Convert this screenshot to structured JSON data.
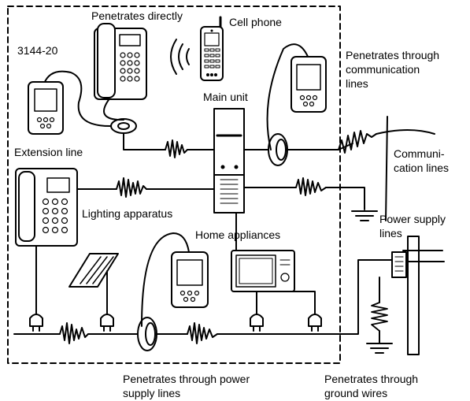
{
  "labels": {
    "penetrates_directly": "Penetrates directly",
    "cell_phone": "Cell phone",
    "model": "3144-20",
    "penetrates_comm_1": "Penetrates through",
    "penetrates_comm_2": "communication",
    "penetrates_comm_3": "lines",
    "main_unit": "Main unit",
    "extension_line": "Extension line",
    "communication_lines_1": "Communi-",
    "communication_lines_2": "cation lines",
    "lighting_apparatus": "Lighting apparatus",
    "power_supply_lines_1": "Power supply",
    "power_supply_lines_2": "lines",
    "home_appliances": "Home appliances",
    "penetrates_power_1": "Penetrates through power",
    "penetrates_power_2": "supply lines",
    "penetrates_ground_1": "Penetrates through",
    "penetrates_ground_2": "ground wires"
  },
  "icons": {
    "desk_phone": "desk-phone-icon",
    "cell_phone": "cell-phone-icon",
    "radio_waves": "radio-waves-icon",
    "tester": "handheld-tester-icon",
    "clamp": "clamp-sensor-icon",
    "main_unit": "main-unit-icon",
    "lamp": "lighting-fixture-icon",
    "microwave": "microwave-icon",
    "plug": "plug-icon",
    "utility_pole": "utility-pole-icon",
    "ground": "ground-symbol-icon",
    "noise": "noise-signal-icon"
  },
  "colors": {
    "line": "#000000",
    "background": "#ffffff"
  }
}
